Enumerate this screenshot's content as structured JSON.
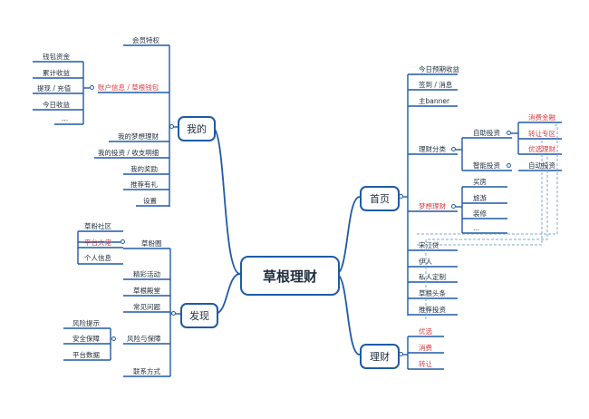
{
  "root": "草根理财",
  "branches": {
    "mine": "我的",
    "discover": "发现",
    "home": "首页",
    "finance": "理财"
  },
  "mine": {
    "member": "会员特权",
    "account": "账户信息 / 草根钱包",
    "account_children": [
      "钱包资金",
      "累计收益",
      "提现 / 充值",
      "今日收益",
      "..."
    ],
    "items": [
      "我的梦想理财",
      "我的投资 / 收支明细",
      "我的奖励",
      "推荐有礼",
      "设置"
    ]
  },
  "discover": {
    "fans": "草粉圈",
    "fans_children": [
      "草粉社区",
      "平台大佬",
      "个人信息"
    ],
    "items": [
      "精彩活动",
      "草根殿堂",
      "常见问题"
    ],
    "risk": "风险与保障",
    "risk_children": [
      "风险提示",
      "安全保障",
      "平台数据"
    ],
    "contact": "联系方式"
  },
  "home": {
    "top": [
      "今日预期收益",
      "签到 / 消息",
      "主banner"
    ],
    "category": "理财分类",
    "self_invest": "自助投资",
    "self_children": [
      "消费金融",
      "转让专区",
      "优选理财"
    ],
    "smart_invest": "智能投资",
    "smart_child": "自动投资",
    "dream": "梦想理财",
    "dream_children": [
      "买房",
      "旅游",
      "装修",
      "..."
    ],
    "bottom": [
      "宋江贷",
      "伊人",
      "私人定制",
      "草根头条",
      "推荐投资"
    ]
  },
  "finance": {
    "items": [
      "优选",
      "消费",
      "转让"
    ]
  }
}
